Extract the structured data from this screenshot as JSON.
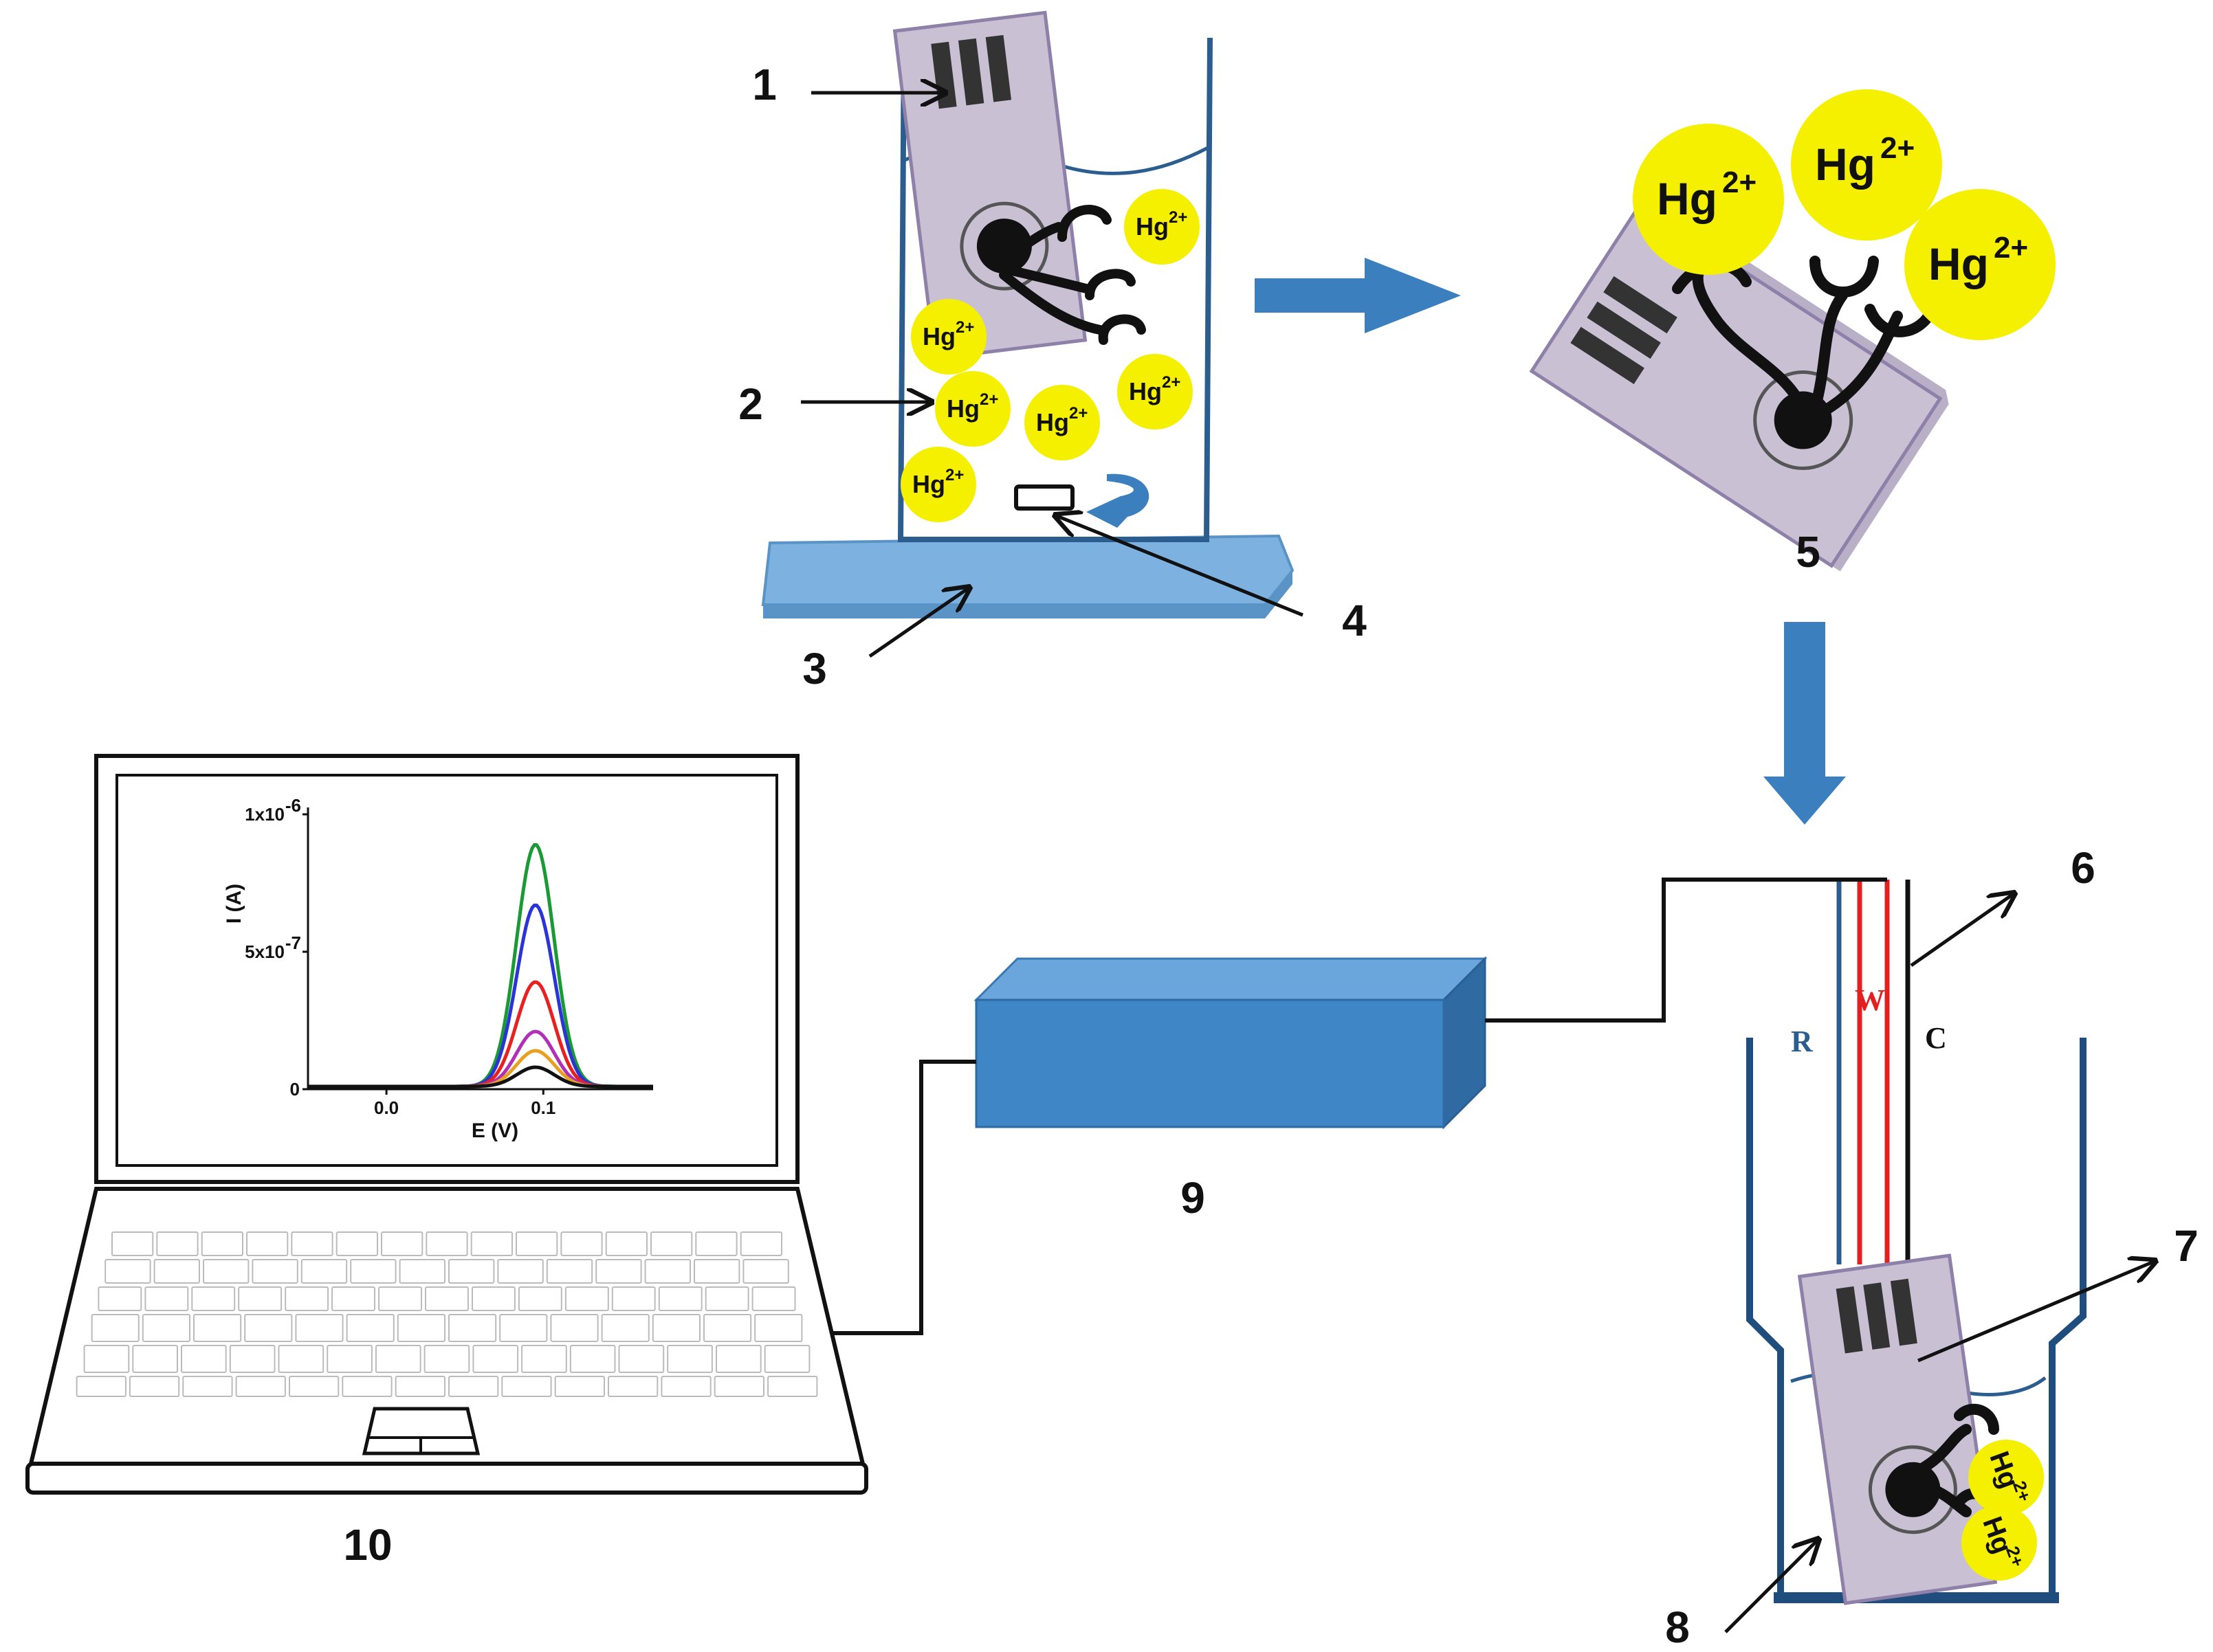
{
  "labels": [
    "1",
    "2",
    "3",
    "4",
    "5",
    "6",
    "7",
    "8",
    "9",
    "10"
  ],
  "ion": {
    "symbol": "Hg",
    "charge": "2+"
  },
  "electrodes": {
    "reference": "R",
    "working": "W",
    "counter": "C"
  },
  "colors": {
    "ion_fill": "#f5f000",
    "vessel_stroke": "#2b5e8e",
    "arrow_fill": "#3b7fbf",
    "stir_plate": "#7db2e0",
    "potentiostat_front": "#3e86c6",
    "electrode_card": "#c9c0d4",
    "working_lead": "#e32020"
  },
  "chart_data": {
    "type": "line",
    "xlabel": "E (V)",
    "ylabel": "I (A)",
    "x_ticks": [
      "0.0",
      "0.1"
    ],
    "y_ticks": [
      {
        "base": "0",
        "exp": ""
      },
      {
        "base": "5x10",
        "exp": "-7"
      },
      {
        "base": "1x10",
        "exp": "-6"
      }
    ],
    "xlim": [
      -0.05,
      0.17
    ],
    "ylim": [
      0,
      1e-06
    ],
    "peak_center": 0.095,
    "peak_width": 0.012,
    "series": [
      {
        "color": "#1a9a35",
        "peak": 8.8e-07
      },
      {
        "color": "#2b34d6",
        "peak": 6.6e-07
      },
      {
        "color": "#e82020",
        "peak": 3.8e-07
      },
      {
        "color": "#b030b8",
        "peak": 2e-07
      },
      {
        "color": "#e8a020",
        "peak": 1.3e-07
      },
      {
        "color": "#111111",
        "peak": 7e-08
      }
    ]
  }
}
